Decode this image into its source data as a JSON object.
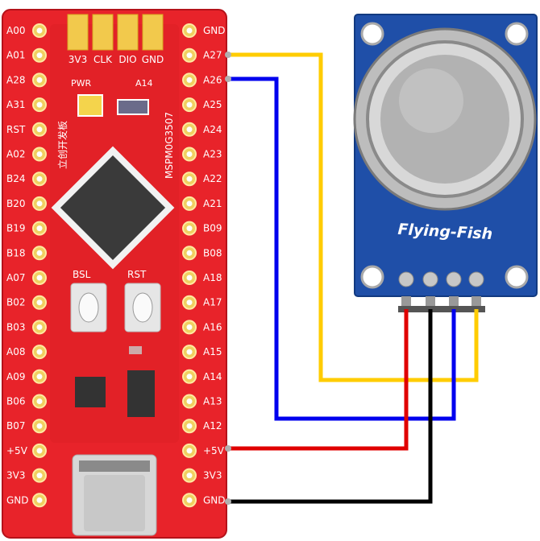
{
  "board": {
    "left_pins": [
      "A00",
      "A01",
      "A28",
      "A31",
      "RST",
      "A02",
      "B24",
      "B20",
      "B19",
      "B18",
      "A07",
      "B02",
      "B03",
      "A08",
      "A09",
      "B06",
      "B07",
      "+5V",
      "3V3",
      "GND"
    ],
    "right_pins": [
      "GND",
      "A27",
      "A26",
      "A25",
      "A24",
      "A23",
      "A22",
      "A21",
      "B09",
      "B08",
      "A18",
      "A17",
      "A16",
      "A15",
      "A14",
      "A13",
      "A12",
      "+5V",
      "3V3",
      "GND"
    ],
    "top_pads": [
      "3V3",
      "CLK",
      "DIO",
      "GND"
    ],
    "pwr_label": "PWR",
    "a14_label": "A14",
    "chinese_label": "立创开发板",
    "chip_label": "MSPM0G3507",
    "bsl_label": "BSL",
    "rst_label": "RST"
  },
  "sensor": {
    "brand": "Flying-Fish"
  },
  "colors": {
    "board_red": "#e8232a",
    "sensor_blue": "#1f4fa8",
    "wire_yellow": "#ffcc00",
    "wire_blue": "#0000ee",
    "wire_red": "#e00000",
    "wire_black": "#000000"
  }
}
